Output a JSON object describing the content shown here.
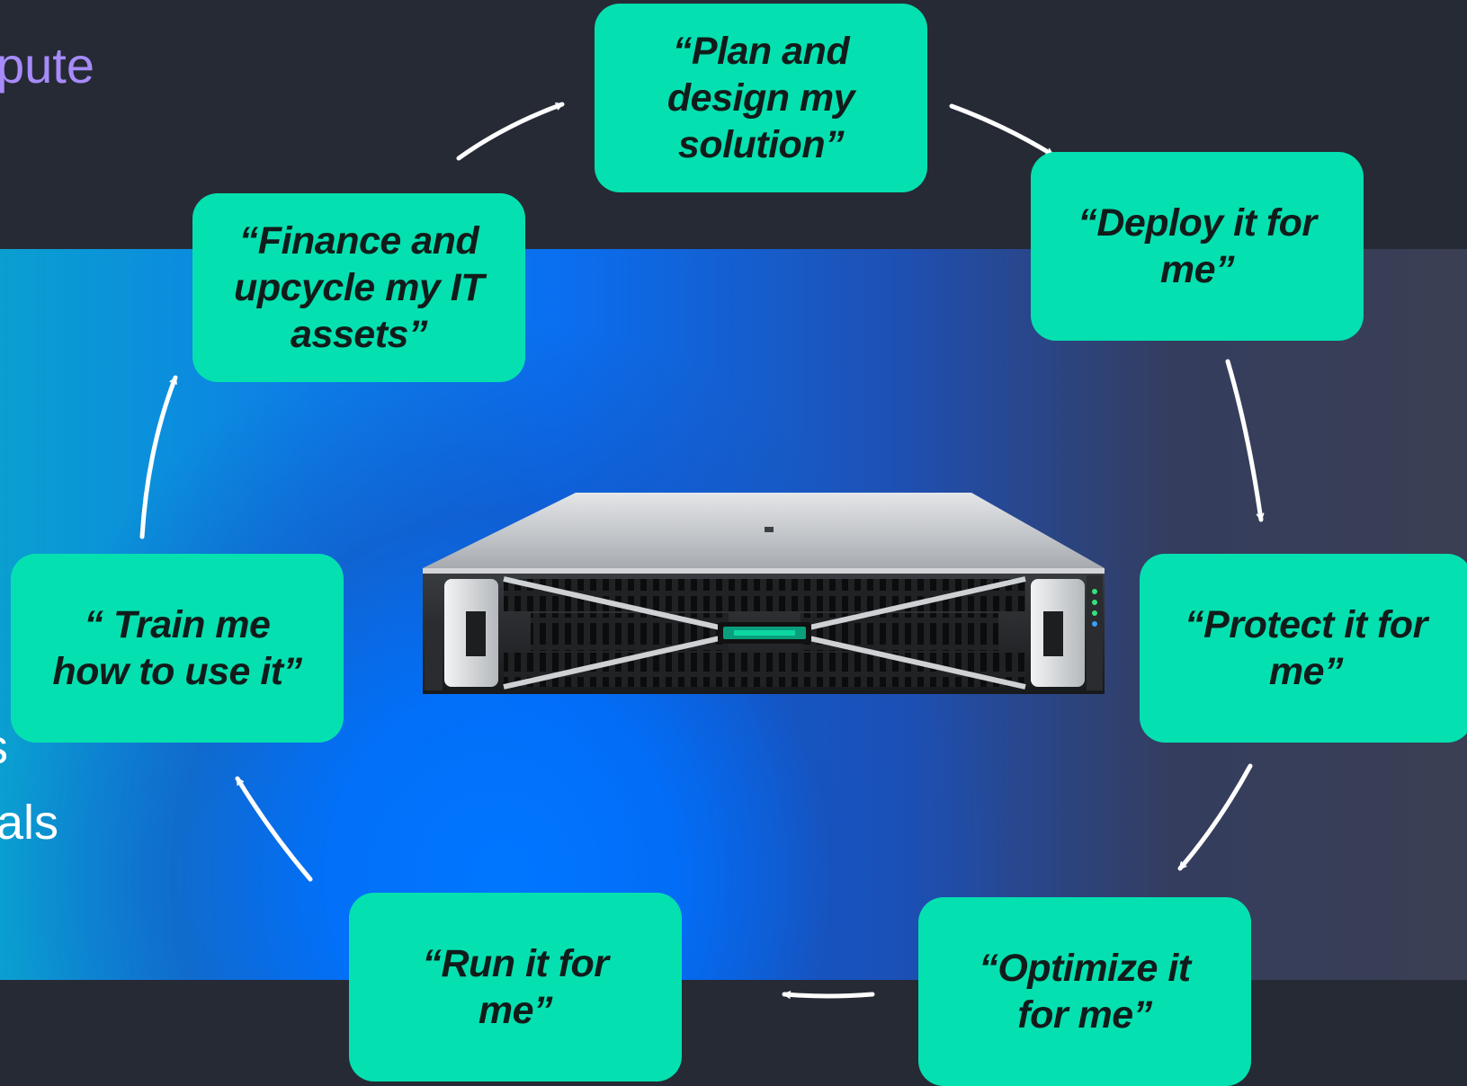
{
  "background": {
    "top_color": "#262a35",
    "band_left_color": "#0a9fd0",
    "band_center_color": "#0076ff",
    "band_right_color": "#3a3f53"
  },
  "partial_text": [
    "pute",
    "s",
    "als"
  ],
  "card_color": "#05e0b0",
  "cards": [
    {
      "id": "plan",
      "text": "“Plan and\ndesign my\nsolution”"
    },
    {
      "id": "deploy",
      "text": "“Deploy it for\nme”"
    },
    {
      "id": "protect",
      "text": "“Protect it for\nme”"
    },
    {
      "id": "optimize",
      "text": "“Optimize it\nfor me”"
    },
    {
      "id": "run",
      "text": "“Run it for\nme”"
    },
    {
      "id": "train",
      "text": "“ Train me\nhow to use it”"
    },
    {
      "id": "finance",
      "text": "“Finance and\nupcycle my IT\nassets”"
    }
  ],
  "center_image": "server-rack-image"
}
